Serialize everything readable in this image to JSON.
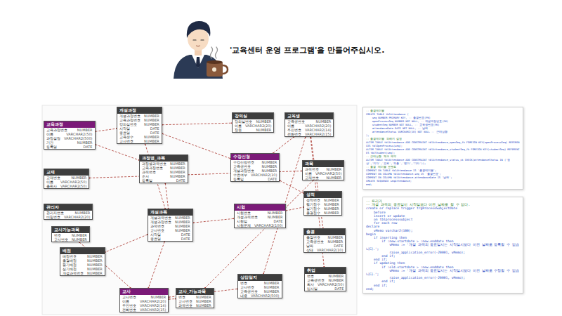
{
  "diagram": {
    "title": "'교육센터 운영 프로그램'을 만들어주십시오.",
    "nodes": [
      {
        "text": [
          "교육과정",
          "교육과정번호",
          "NUMBER",
          "이름",
          "VARCHAR2(50)",
          "과정설명",
          "VARCHAR2(500)",
          "기간",
          "NUMBER",
          "등록일",
          "DATE"
        ]
      },
      {
        "text": [
          "개설과정",
          "개설과정번호",
          "NUMBER",
          "교육과정번호",
          "NUMBER",
          "강의실번호",
          "NUMBER",
          "시작일",
          "DATE",
          "종료일",
          "DATE",
          "교육생수",
          "NUMBER",
          "교사번호",
          "NUMBER"
        ]
      },
      {
        "text": [
          "과정별_과목",
          "과정별과목번호",
          "NUMBER",
          "교육과정번호",
          "NUMBER",
          "과목번호",
          "NUMBER",
          "순서",
          "NUMBER",
          "등록일",
          "DATE"
        ]
      },
      {
        "text": [
          "교재",
          "교재번호",
          "NUMBER",
          "이름",
          "VARCHAR2(50)",
          "출판사",
          "VARCHAR2(50)"
        ]
      },
      {
        "text": [
          "관리자",
          "관리자번호",
          "NUMBER",
          "비밀번호",
          "VARCHAR2(20)"
        ]
      },
      {
        "text": [
          "교사가능과목",
          "번호",
          "NUMBER",
          "교사번호",
          "NUMBER"
        ]
      },
      {
        "text": [
          "배점",
          "배점번호",
          "NUMBER",
          "출결배점",
          "NUMBER",
          "필기배점",
          "NUMBER",
          "실기배점",
          "NUMBER",
          "개설과목번호",
          "NUMBER"
        ]
      },
      {
        "text": [
          "개설과목",
          "개설과목번호",
          "NUMBER",
          "개설과정번호",
          "NUMBER",
          "과목번호",
          "NUMBER",
          "교사번호",
          "NUMBER",
          "시작일",
          "DATE",
          "종료일",
          "DATE"
        ]
      },
      {
        "text": [
          "강의실",
          "강의실번호",
          "NUMBER",
          "이름",
          "VARCHAR2(20)",
          "정원",
          "NUMBER"
        ]
      },
      {
        "text": [
          "수강신청",
          "수강신청번호",
          "NUMBER",
          "교육생번호",
          "NUMBER",
          "개설과정번호",
          "NUMBER",
          "수료여부",
          "VARCHAR2(10)",
          "등록일",
          "DATE"
        ]
      },
      {
        "text": [
          "교육생",
          "교육생번호",
          "NUMBER",
          "이름",
          "VARCHAR2(20)",
          "주민번호",
          "VARCHAR2(14)",
          "전화번호",
          "VARCHAR2(15)"
        ]
      },
      {
        "text": [
          "과목",
          "과목번호",
          "NUMBER",
          "이름",
          "VARCHAR2(50)",
          "교재번호",
          "NUMBER"
        ]
      },
      {
        "text": [
          "성적",
          "성적번호",
          "NUMBER",
          "필기점수",
          "NUMBER",
          "실기점수",
          "NUMBER",
          "출결점수",
          "NUMBER"
        ]
      },
      {
        "text": [
          "시험",
          "시험번호",
          "NUMBER",
          "개설과목번호",
          "NUMBER",
          "시험일",
          "DATE",
          "시험문제",
          "VARCHAR2(100)"
        ]
      },
      {
        "text": [
          "출결",
          "출결번호",
          "NUMBER",
          "교육생번호",
          "NUMBER",
          "날짜",
          "DATE",
          "상태",
          "VARCHAR2(10)"
        ]
      },
      {
        "text": [
          "상담일지",
          "번호",
          "NUMBER",
          "교사번호",
          "NUMBER",
          "교육생번호",
          "NUMBER",
          "내용",
          "VARCHAR2(500)"
        ]
      },
      {
        "text": [
          "취업",
          "번호",
          "NUMBER",
          "교육생번호",
          "NUMBER",
          "회사",
          "VARCHAR2(50)",
          "입사일",
          "DATE"
        ]
      },
      {
        "text": [
          "교사",
          "교사번호",
          "NUMBER",
          "이름",
          "VARCHAR2(20)",
          "주민번호",
          "VARCHAR2(14)",
          "전화번호",
          "VARCHAR2(15)"
        ]
      },
      {
        "text": [
          "교사_가능과목",
          "번호",
          "NUMBER",
          "교사번호",
          "NUMBER",
          "과목번호",
          "NUMBER"
        ]
      },
      {
        "text": [
          "-- 출결테이블",
          "CREATE TABLE tblAttendance (",
          "    seq NUMBER PRIMARY KEY, -- 출결번호(PK)",
          "    openProcessSeq NUMBER NOT NULL, -- 개설과정번호(FK)",
          "    studentSeq NUMBER NOT NULL, -- 교육생번호(FK)",
          "    attendanceDate DATE NOT NULL, -- 날짜",
          "    attendanceStatus VARCHAR2(10) NOT NULL -- 근태상황",
          ");",
          "-- 출결테이블 외래키 설정",
          "ALTER TABLE tblAttendance ADD CONSTRAINT tblAttendance_openSeq_fk FOREIGN KEY(openProcessSeq) REFERENCES tblOpenProcess(seq);",
          "ALTER TABLE tblAttendance ADD CONSTRAINT tblAttendance_studentSeq_fk FOREIGN KEY(studentSeq) REFERENCES tblStudent(seq);",
          "-- 근태상황 체크 제약",
          "ALTER TABLE tblAttendance ADD CONSTRAINT tblAttendance_status_ck CHECK(attendanceStatus IN ('정상','지각','조퇴','외출','병가','기타'));",
          "-- 출결 테이블 코멘트",
          "COMMENT ON TABLE tblAttendance IS '출결테이블';",
          "COMMENT ON COLUMN tblAttendance.seq IS '출결번호';",
          "COMMENT ON COLUMN tblAttendance.attendanceDate IS '날짜';",
          "CREATE SEQUENCE seqAttendance;",
          "end;"
        ]
      },
      {
        "text": [
          "-- 트리거",
          "-- 개설 과목의 종료일이 시작일보다 이전 날짜로 할 수 없다.",
          "create or replace trigger trgProcessSubjectDate",
          "    before",
          "    insert or update",
          "    on tblprocesssubject",
          "    for each row",
          "declare",
          "    vMemo varchar2(100);",
          "begin",
          "    if inserting then",
          "        if :new.startdate > :new.enddate then",
          "            vMemo := '개설 과목의 종료일시는 시작일시보다 이전 날짜로 등록할 수 없습니다.';",
          "            raise_application_error(-20001, vMemo);",
          "        end if;",
          "    end if;",
          "    if updating then",
          "        if :old.startdate > :new.enddate then",
          "            vMemo := '개설 과목의 종료일시는 시작일시보다 이전 날짜로 수정할 수 없습니다.';",
          "            raise_application_error(-20001, vMemo);",
          "        end if;",
          "    end if;",
          "end;"
        ]
      }
    ],
    "edges": [
      {
        "from": 0,
        "to": 1,
        "arrow": "none"
      },
      {
        "from": 0,
        "to": 2,
        "arrow": "none"
      },
      {
        "from": 1,
        "to": 8,
        "arrow": "none"
      },
      {
        "from": 1,
        "to": 9,
        "arrow": "none"
      },
      {
        "from": 1,
        "to": 7,
        "arrow": "none"
      },
      {
        "from": 2,
        "to": 7,
        "arrow": "none"
      },
      {
        "from": 9,
        "to": 10,
        "arrow": "none"
      },
      {
        "from": 7,
        "to": 13,
        "arrow": "none"
      },
      {
        "from": 13,
        "to": 12,
        "arrow": "none"
      },
      {
        "from": 9,
        "to": 12,
        "arrow": "none"
      },
      {
        "from": 7,
        "to": 6,
        "arrow": "none"
      },
      {
        "from": 7,
        "to": 17,
        "arrow": "none"
      },
      {
        "from": 17,
        "to": 18,
        "arrow": "none"
      },
      {
        "from": 18,
        "to": 11,
        "arrow": "none"
      },
      {
        "from": 11,
        "to": 3,
        "arrow": "none"
      },
      {
        "from": 10,
        "to": 14,
        "arrow": "none"
      },
      {
        "from": 10,
        "to": 15,
        "arrow": "none"
      },
      {
        "from": 17,
        "to": 15,
        "arrow": "none"
      },
      {
        "from": 10,
        "to": 16,
        "arrow": "none"
      },
      {
        "from": 5,
        "to": 17,
        "arrow": "none"
      }
    ]
  }
}
